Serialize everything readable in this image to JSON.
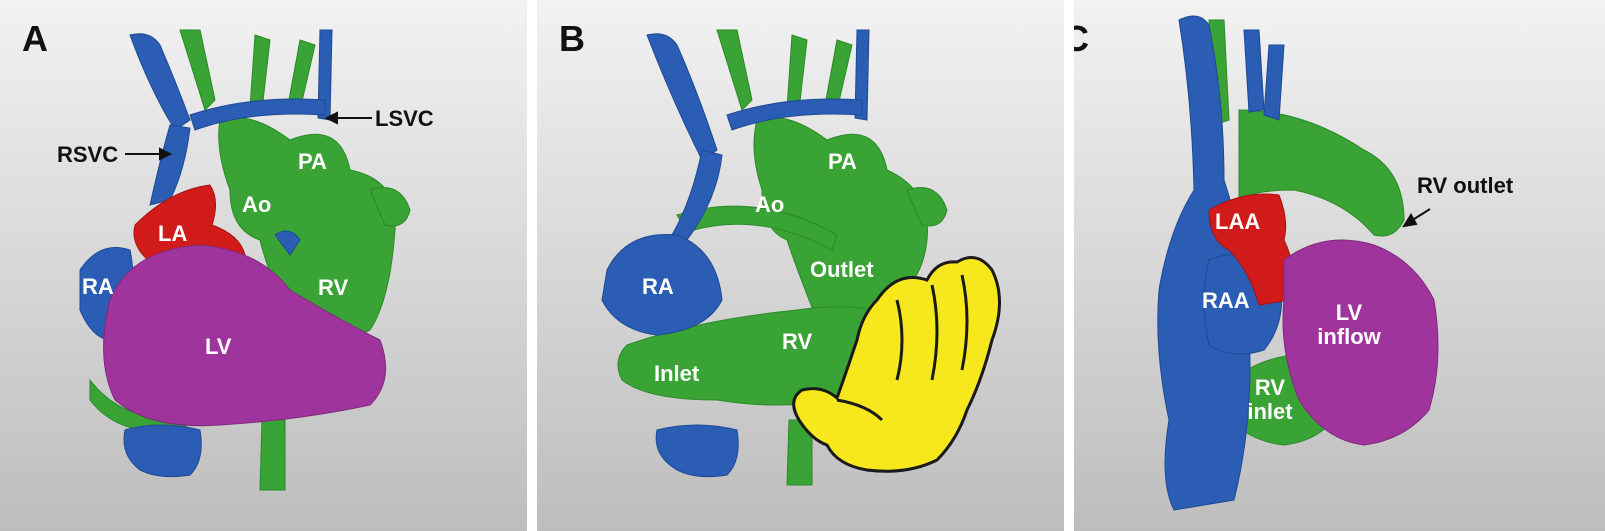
{
  "panels": [
    {
      "letter": "A",
      "labels": {
        "rsvc": "RSVC",
        "lsvc": "LSVC",
        "pa": "PA",
        "ao": "Ao",
        "la": "LA",
        "ra": "RA",
        "rv": "RV",
        "lv": "LV"
      }
    },
    {
      "letter": "B",
      "labels": {
        "pa": "PA",
        "ao": "Ao",
        "ra": "RA",
        "outlet": "Outlet",
        "rv": "RV",
        "inlet": "Inlet"
      }
    },
    {
      "letter": "C",
      "labels": {
        "rv_outlet": "RV outlet",
        "laa": "LAA",
        "raa": "RAA",
        "lv_inflow_1": "LV",
        "lv_inflow_2": "inflow",
        "rv_inlet_1": "RV",
        "rv_inlet_2": "inlet"
      }
    }
  ],
  "colors": {
    "venous_blue": "#2a5db3",
    "arterial_green": "#3aa335",
    "left_atrium_red": "#d11b1b",
    "left_ventricle_purple": "#a0349d",
    "hand_yellow": "#f6e81c"
  }
}
